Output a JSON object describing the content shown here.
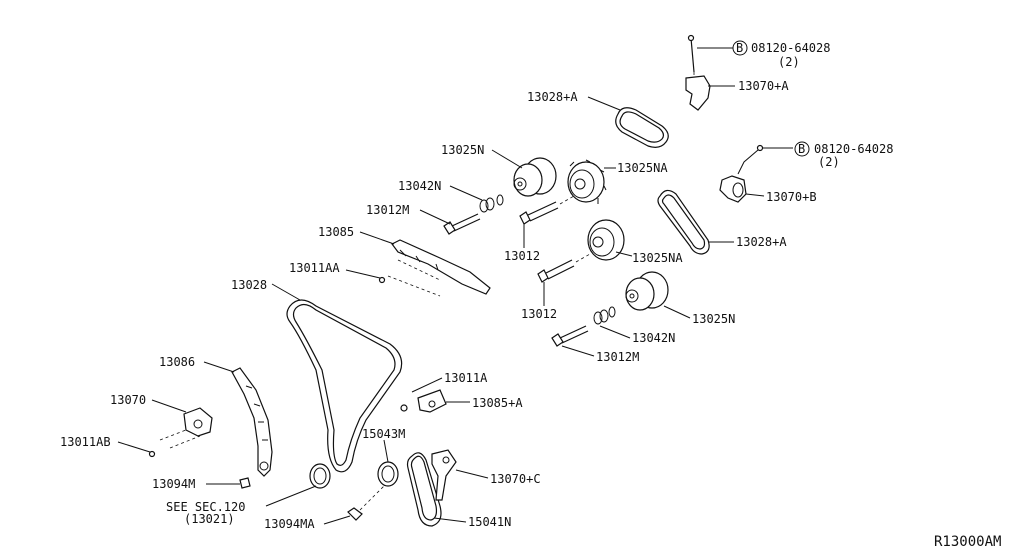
{
  "labels": {
    "p13028A_top": "13028+A",
    "p13070A": "13070+A",
    "bolt_top_num": "08120-64028",
    "bolt_top_qty": "(2)",
    "bolt_mid_num": "08120-64028",
    "bolt_mid_qty": "(2)",
    "bolt_badge": "B",
    "p13025N_top": "13025N",
    "p13025NA_top": "13025NA",
    "p13042N_top": "13042N",
    "p13012M_top": "13012M",
    "p13012_top": "13012",
    "p13070B": "13070+B",
    "p13028A_mid": "13028+A",
    "p13085": "13085",
    "p13025NA_mid": "13025NA",
    "p13011AA": "13011AA",
    "p13028": "13028",
    "p13012_mid": "13012",
    "p13025N_mid": "13025N",
    "p13042N_mid": "13042N",
    "p13012M_mid": "13012M",
    "p13086": "13086",
    "p13011A": "13011A",
    "p13070": "13070",
    "p13085A": "13085+A",
    "p13011AB": "13011AB",
    "p15043M": "15043M",
    "p13070C": "13070+C",
    "p13094M": "13094M",
    "see_sec": "SEE SEC.120",
    "see_sec_ref": "(13021)",
    "p13094MA": "13094MA",
    "p15041N": "15041N",
    "diagram_id": "R13000AM"
  }
}
